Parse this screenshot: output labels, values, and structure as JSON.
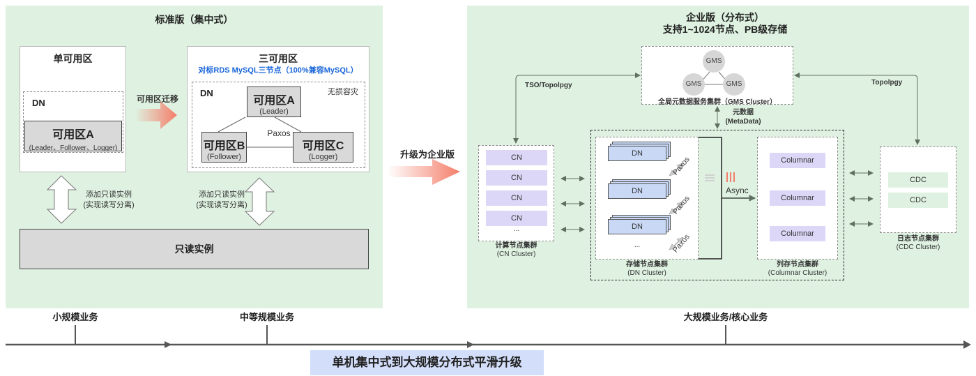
{
  "standard_edition": {
    "title": "标准版（集中式）",
    "single_az": {
      "title": "单可用区",
      "dn_label": "DN",
      "zone_name": "可用区A",
      "zone_roles": "(Leader、Follower、Logger)"
    },
    "migration_label": "可用区迁移",
    "three_az": {
      "title": "三可用区",
      "subtitle": "对标RDS MySQL三节点（100%兼容MySQL）",
      "dn_label": "DN",
      "disaster_label": "无损容灾",
      "consensus_label": "Paxos",
      "zones": [
        {
          "name": "可用区A",
          "role": "(Leader)"
        },
        {
          "name": "可用区B",
          "role": "(Follower)"
        },
        {
          "name": "可用区C",
          "role": "(Logger)"
        }
      ]
    },
    "readonly_annotations": [
      {
        "line1": "添加只读实例",
        "line2": "(实现读写分离)"
      },
      {
        "line1": "添加只读实例",
        "line2": "(实现读写分离)"
      }
    ],
    "readonly_instance": "只读实例"
  },
  "upgrade_label": "升级为企业版",
  "enterprise_edition": {
    "title": "企业版（分布式）",
    "subtitle": "支持1~1024节点、PB级存储",
    "gms_cluster": {
      "nodes": [
        "GMS",
        "GMS",
        "GMS"
      ],
      "label": "全局元数据服务集群（GMS Cluster）"
    },
    "tso_label": "TSO/Topolpgy",
    "topology_label": "Topolpgy",
    "metadata_label_line1": "元数据",
    "metadata_label_line2": "(MetaData)",
    "cn_cluster": {
      "nodes": [
        "CN",
        "CN",
        "CN",
        "CN"
      ],
      "ellipsis": "...",
      "label_line1": "计算节点集群",
      "label_line2": "(CN Cluster)"
    },
    "dn_cluster": {
      "nodes": [
        "DN",
        "DN",
        "DN"
      ],
      "ellipsis": "...",
      "paxos_labels": [
        "Paxos",
        "Paxos",
        "Paxos"
      ],
      "label_line1": "存储节点集群",
      "label_line2": "(DN Cluster)"
    },
    "async_label": "Async",
    "columnar_cluster": {
      "nodes": [
        "Columnar",
        "Columnar",
        "Columnar"
      ],
      "label_line1": "列存节点集群",
      "label_line2": "(Columnar Cluster)"
    },
    "cdc_cluster": {
      "nodes": [
        "CDC",
        "CDC"
      ],
      "label_line1": "日志节点集群",
      "label_line2": "(CDC Cluster)"
    }
  },
  "timeline": {
    "milestones": [
      "小规模业务",
      "中等规模业务",
      "大规模业务/核心业务"
    ],
    "banner": "单机集中式到大规模分布式平滑升级"
  },
  "colors": {
    "panel_bg": "#dff2e1",
    "accent_blue": "#1a66d9",
    "arrow_red": "#f47e6a",
    "cn_purple": "#dcd6f7",
    "dn_blue": "#c8d8f5",
    "banner_bg": "#d3defa"
  }
}
